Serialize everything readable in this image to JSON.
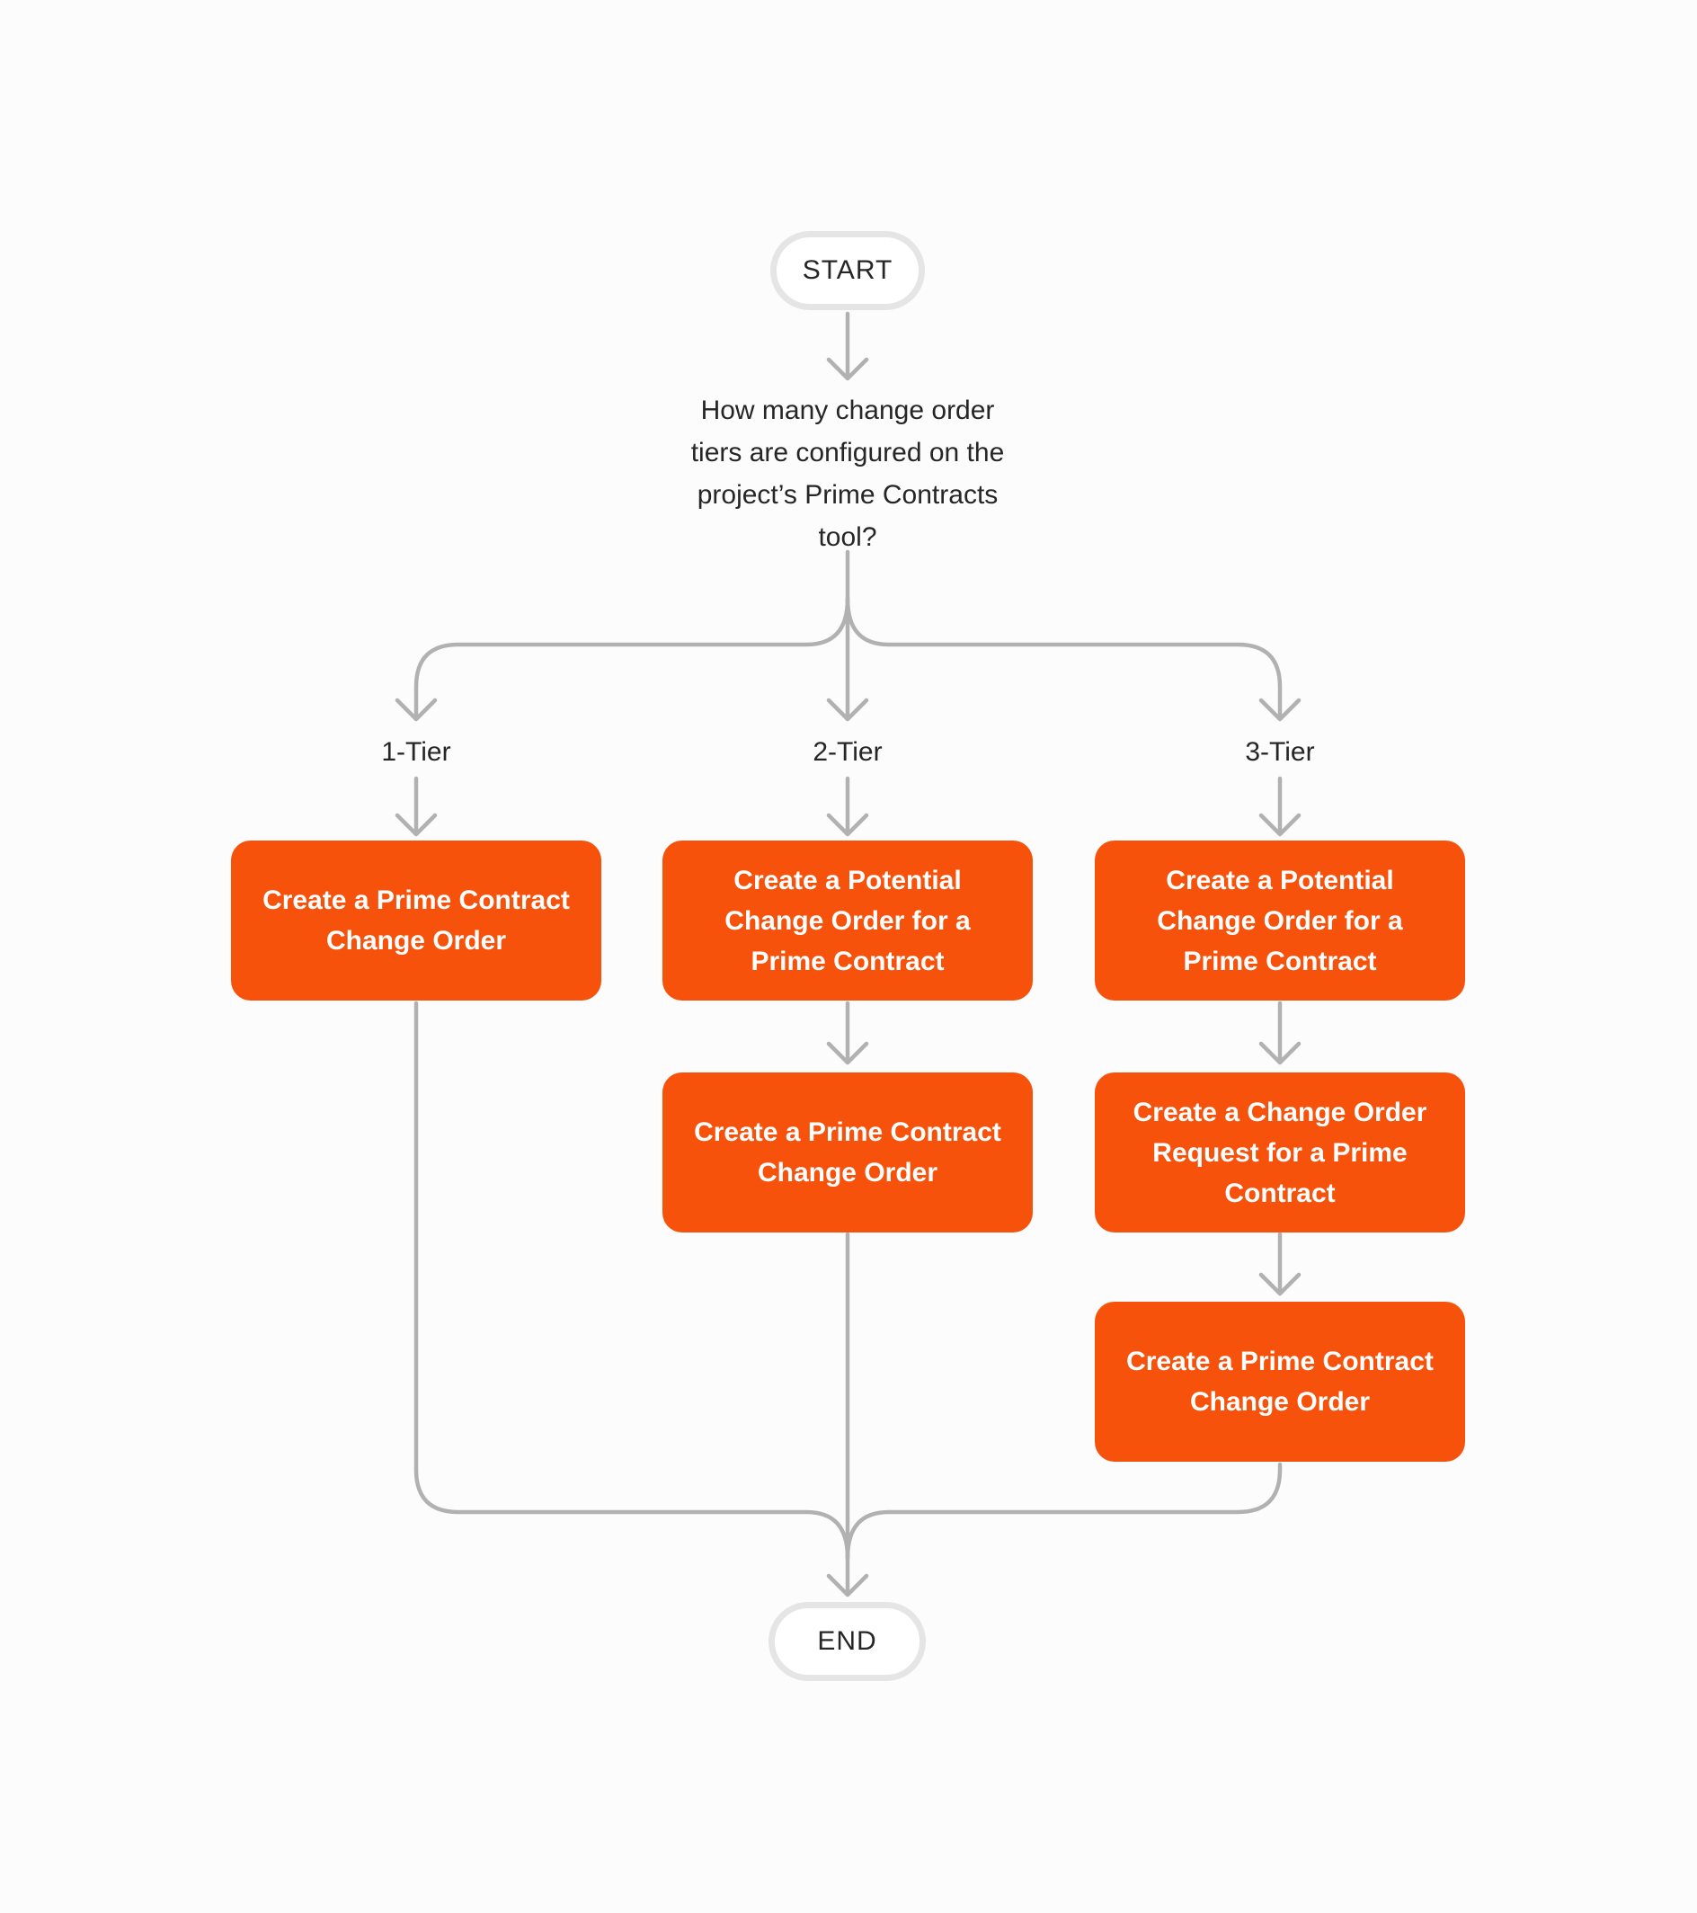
{
  "colors": {
    "accent_orange": "#F7520C",
    "connector_gray": "#B1B1B1",
    "terminal_border": "#E5E5E5",
    "text_dark": "#262626",
    "page_bg": "#FCFCFC",
    "step_text": "#FFFFFF"
  },
  "flow": {
    "start": "START",
    "end": "END",
    "question_lines": [
      "How many change order",
      "tiers are configured on the",
      "project’s Prime Contracts",
      "tool?"
    ],
    "branch_labels": [
      "1-Tier",
      "2-Tier",
      "3-Tier"
    ],
    "boxes": {
      "tier1_step1": [
        "Create a Prime Contract",
        "Change Order"
      ],
      "tier2_step1": [
        "Create a Potential",
        "Change Order for a",
        "Prime Contract"
      ],
      "tier2_step2": [
        "Create a Prime Contract",
        "Change Order"
      ],
      "tier3_step1": [
        "Create a Potential",
        "Change Order for a",
        "Prime Contract"
      ],
      "tier3_step2": [
        "Create a Change Order",
        "Request for a Prime",
        "Contract"
      ],
      "tier3_step3": [
        "Create a Prime Contract",
        "Change Order"
      ]
    }
  }
}
